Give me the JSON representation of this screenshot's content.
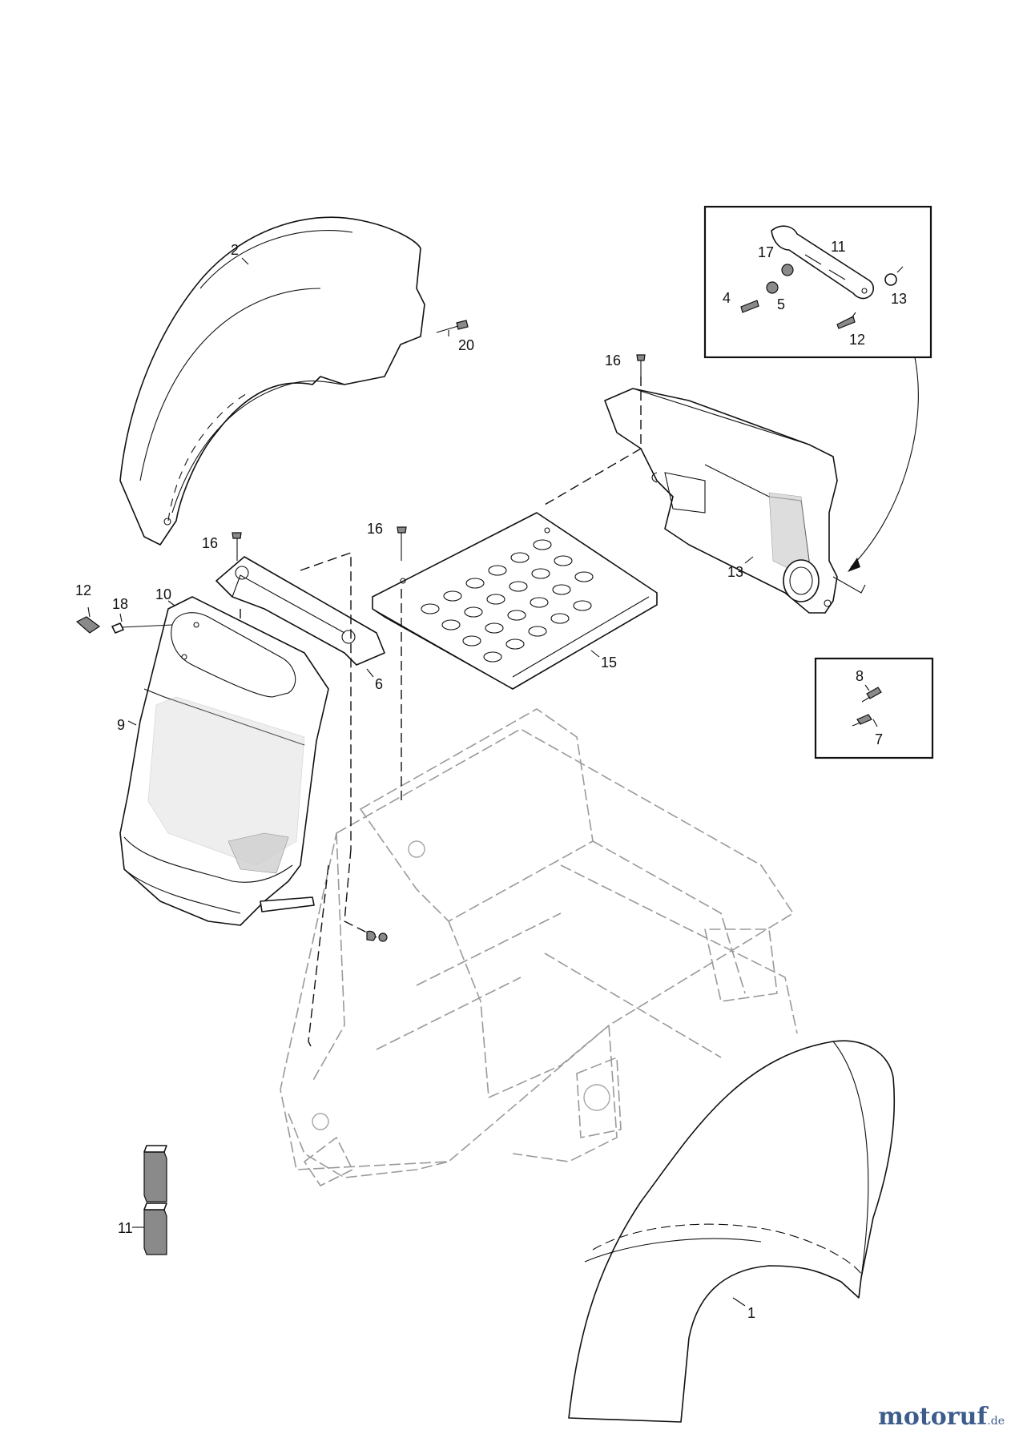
{
  "labels": {
    "p1": "1",
    "p2": "2",
    "p4": "4",
    "p5": "5",
    "p6": "6",
    "p7": "7",
    "p8": "8",
    "p9": "9",
    "p10": "10",
    "p11_inset": "11",
    "p11_strip": "11",
    "p12_inset": "12",
    "p12_left": "12",
    "p13_inset": "13",
    "p13_panel": "13",
    "p15": "15",
    "p16_rear": "16",
    "p16_plate": "16",
    "p16_bracket": "16",
    "p17": "17",
    "p18": "18",
    "p20": "20"
  },
  "watermark": {
    "name": "motoruf",
    "suffix": ".de"
  }
}
